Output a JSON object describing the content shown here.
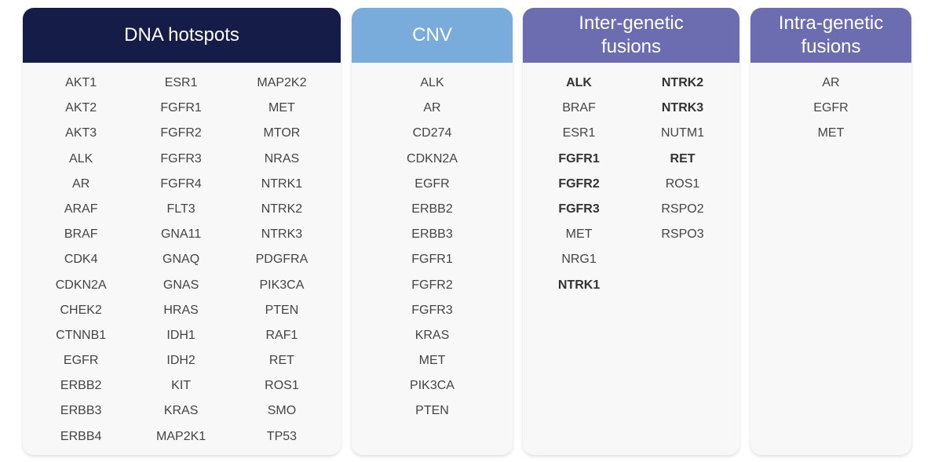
{
  "panels": {
    "dna": {
      "title": "DNA hotspots",
      "columns": [
        [
          "AKT1",
          "AKT2",
          "AKT3",
          "ALK",
          "AR",
          "ARAF",
          "BRAF",
          "CDK4",
          "CDKN2A",
          "CHEK2",
          "CTNNB1",
          "EGFR",
          "ERBB2",
          "ERBB3",
          "ERBB4"
        ],
        [
          "ESR1",
          "FGFR1",
          "FGFR2",
          "FGFR3",
          "FGFR4",
          "FLT3",
          "GNA11",
          "GNAQ",
          "GNAS",
          "HRAS",
          "IDH1",
          "IDH2",
          "KIT",
          "KRAS",
          "MAP2K1"
        ],
        [
          "MAP2K2",
          "MET",
          "MTOR",
          "NRAS",
          "NTRK1",
          "NTRK2",
          "NTRK3",
          "PDGFRA",
          "PIK3CA",
          "PTEN",
          "RAF1",
          "RET",
          "ROS1",
          "SMO",
          "TP53"
        ]
      ],
      "header_color": "#161c48"
    },
    "cnv": {
      "title": "CNV",
      "columns": [
        [
          "ALK",
          "AR",
          "CD274",
          "CDKN2A",
          "EGFR",
          "ERBB2",
          "ERBB3",
          "FGFR1",
          "FGFR2",
          "FGFR3",
          "KRAS",
          "MET",
          "PIK3CA",
          "PTEN"
        ]
      ],
      "header_color": "#79acdb"
    },
    "inter": {
      "title_line1": "Inter-genetic",
      "title_line2": "fusions",
      "columns": [
        [
          {
            "name": "ALK",
            "bold": true
          },
          {
            "name": "BRAF",
            "bold": false
          },
          {
            "name": "ESR1",
            "bold": false
          },
          {
            "name": "FGFR1",
            "bold": true
          },
          {
            "name": "FGFR2",
            "bold": true
          },
          {
            "name": "FGFR3",
            "bold": true
          },
          {
            "name": "MET",
            "bold": false
          },
          {
            "name": "NRG1",
            "bold": false
          },
          {
            "name": "NTRK1",
            "bold": true
          }
        ],
        [
          {
            "name": "NTRK2",
            "bold": true
          },
          {
            "name": "NTRK3",
            "bold": true
          },
          {
            "name": "NUTM1",
            "bold": false
          },
          {
            "name": "RET",
            "bold": true
          },
          {
            "name": "ROS1",
            "bold": false
          },
          {
            "name": "RSPO2",
            "bold": false
          },
          {
            "name": "RSPO3",
            "bold": false
          }
        ]
      ],
      "header_color": "#6c6db0"
    },
    "intra": {
      "title_line1": "Intra-genetic",
      "title_line2": "fusions",
      "columns": [
        [
          "AR",
          "EGFR",
          "MET"
        ]
      ],
      "header_color": "#6c6db0"
    }
  }
}
